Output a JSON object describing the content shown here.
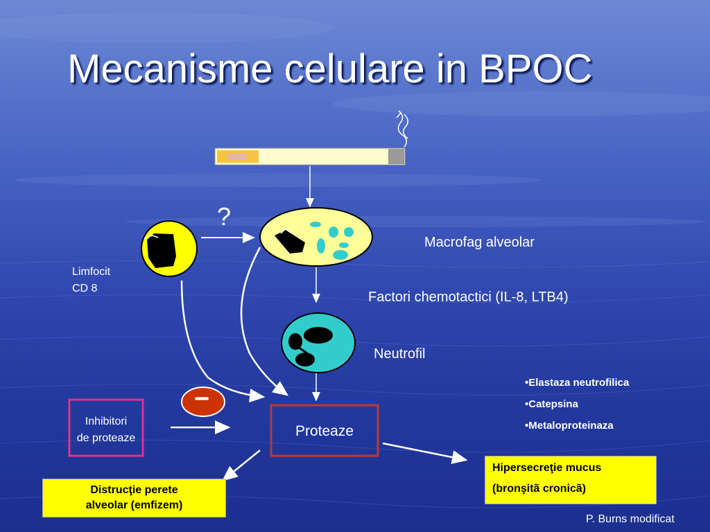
{
  "slide": {
    "title": "Mecanisme celulare in BPOC",
    "question_mark": "?",
    "minus_sign": "−",
    "labels": {
      "macrofag": "Macrofag alveolar",
      "factori": "Factori chemotactici (IL-8, LTB4)",
      "neutrofil": "Neutrofil",
      "limfocit_line1": "Limfocit",
      "limfocit_line2": "CD 8",
      "inhibitori_line1": "Inhibitori",
      "inhibitori_line2": "de proteaze",
      "proteaze": "Proteaze"
    },
    "bullets": [
      "•Elastaza neutrofilica",
      "•Catepsina",
      "•Metaloproteinaza"
    ],
    "hipersecretie_line1": "Hipersecreţie mucus",
    "hipersecretie_line2": "(bronşitã cronicã)",
    "distructie_line1": "Distrucţie perete",
    "distructie_line2": "alveolar (emfizem)",
    "credit": "P. Burns modificat"
  },
  "colors": {
    "cell_yellow": "#ffff99",
    "limfocit_yellow": "#ffff00",
    "neutrofil_cyan": "#33cccc",
    "proteaze_border": "#c0392b",
    "inhibitori_border": "#e0338a",
    "minus_fill": "#cc3300"
  },
  "icons": [
    "cigarette-icon",
    "smoke-icon"
  ]
}
